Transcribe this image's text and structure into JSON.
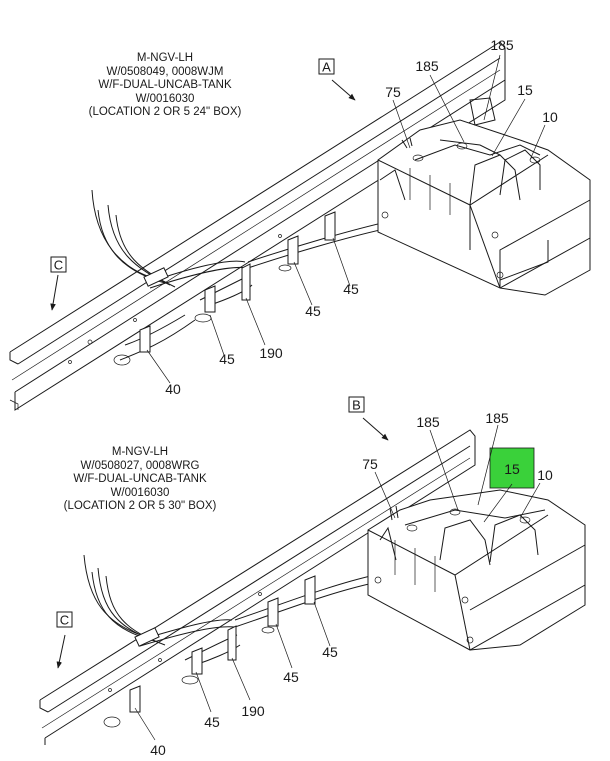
{
  "views": [
    {
      "id": "A",
      "caption": [
        "M-NGV-LH",
        "W/0508049, 0008WJM",
        "W/F-DUAL-UNCAB-TANK",
        "W/0016030",
        "(LOCATION 2 OR 5 24\" BOX)"
      ],
      "view_label": "A",
      "section_label": "C",
      "callouts": {
        "c75": "75",
        "c185a": "185",
        "c185b": "185",
        "c15": "15",
        "c10": "10",
        "c45a": "45",
        "c45b": "45",
        "c45c": "45",
        "c190": "190",
        "c40": "40"
      }
    },
    {
      "id": "B",
      "caption": [
        "M-NGV-LH",
        "W/0508027, 0008WRG",
        "W/F-DUAL-UNCAB-TANK",
        "W/0016030",
        "(LOCATION 2 OR 5 30\" BOX)"
      ],
      "view_label": "B",
      "section_label": "C",
      "callouts": {
        "c75": "75",
        "c185a": "185",
        "c185b": "185",
        "c15": "15",
        "c10": "10",
        "c45a": "45",
        "c45b": "45",
        "c45c": "45",
        "c190": "190",
        "c40": "40"
      },
      "highlighted_callout": "15"
    }
  ],
  "colors": {
    "highlight": "#3ad13a",
    "line": "#1a1a1a"
  }
}
